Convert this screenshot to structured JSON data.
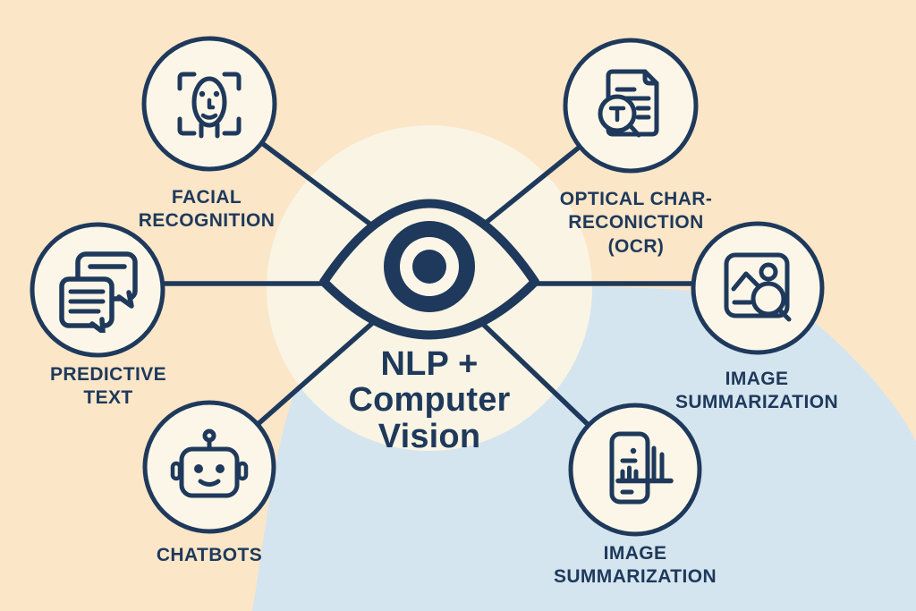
{
  "colors": {
    "background_peach": "#FBE6C8",
    "blue_blob": "#D5E5EF",
    "center_circle_cream": "#FAF4E4",
    "node_fill_cream": "#FBF6E8",
    "ink_navy": "#1E395B"
  },
  "center": {
    "icon": "eye-icon",
    "title": "NLP +\nComputer\nVision"
  },
  "nodes": [
    {
      "id": "facial-recognition",
      "position": "top-left",
      "icon": "face-scan-icon",
      "label": "FACIAL\nRECOGNITION"
    },
    {
      "id": "optical-character-recognition",
      "position": "top-right",
      "icon": "document-search-icon",
      "label": "OPTICAL CHAR-\nRECONICTION\n(OCR)"
    },
    {
      "id": "predictive-text",
      "position": "left",
      "icon": "chat-bubbles-icon",
      "label": "PREDICTIVE\nTEXT"
    },
    {
      "id": "chatbots",
      "position": "bottom-left",
      "icon": "robot-icon",
      "label": "CHATBOTS"
    },
    {
      "id": "image-summarization-right",
      "position": "right",
      "icon": "image-search-icon",
      "label": "IMAGE\nSUMMARIZATION"
    },
    {
      "id": "image-summarization-bottom",
      "position": "bottom-right",
      "icon": "phone-chart-icon",
      "label": "IMAGE\nSUMMARIZATION"
    }
  ]
}
